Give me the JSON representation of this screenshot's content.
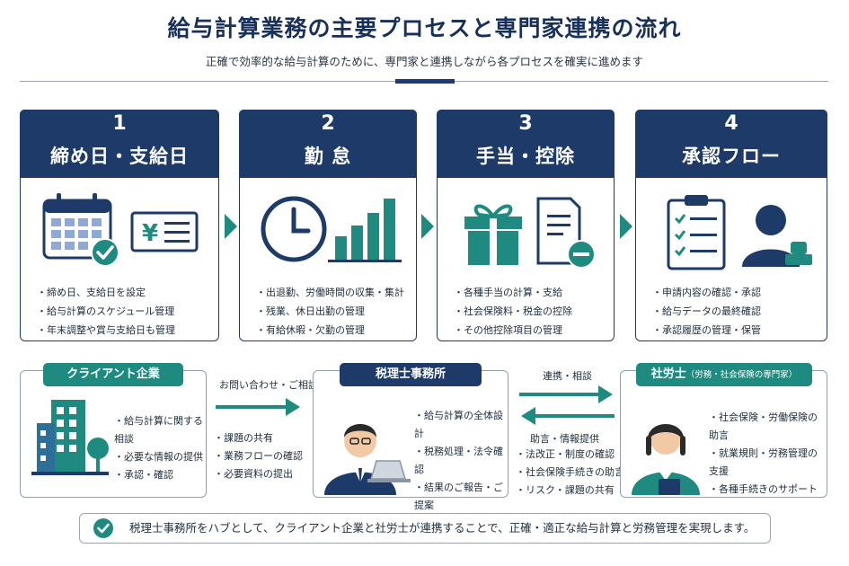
{
  "header": {
    "title": "給与計算業務の主要プロセスと専門家連携の流れ",
    "subtitle": "正確で効率的な給与計算のために、専門家と連携しながら各プロセスを確実に進めます"
  },
  "steps": [
    {
      "num": "1",
      "title": "締め日・支給日",
      "items": [
        "締め日、支給日を設定",
        "給与計算のスケジュール管理",
        "年末調整や賞与支給日も管理"
      ]
    },
    {
      "num": "2",
      "title": "勤 怠",
      "items": [
        "出退勤、労働時間の収集・集計",
        "残業、休日出勤の管理",
        "有給休暇・欠勤の管理"
      ]
    },
    {
      "num": "3",
      "title": "手当・控除",
      "items": [
        "各種手当の計算・支給",
        "社会保険料・税金の控除",
        "その他控除項目の管理"
      ]
    },
    {
      "num": "4",
      "title": "承認フロー",
      "items": [
        "申請内容の確認・承認",
        "給与データの最終確認",
        "承認履歴の管理・保管"
      ]
    }
  ],
  "parties": {
    "client": {
      "label": "クライアント企業",
      "items": [
        "給与計算に関する相談",
        "必要な情報の提供",
        "承認・確認"
      ]
    },
    "office": {
      "label": "税理士事務所",
      "items": [
        "給与計算の全体設計",
        "税務処理・法令確認",
        "結果のご報告・ご提案"
      ]
    },
    "sharoushi": {
      "label": "社労士",
      "label_sub": "（労務・社会保険の専門家）",
      "items": [
        "社会保険・労働保険の助言",
        "就業規則・労務管理の支援",
        "各種手続きのサポート"
      ]
    }
  },
  "connections": {
    "client_office": {
      "label": "お問い合わせ・ご相談",
      "items": [
        "課題の共有",
        "業務フローの確認",
        "必要資料の提出"
      ]
    },
    "office_sharoushi": {
      "label_top": "連携・相談",
      "label_mid": "助言・情報提供",
      "items": [
        "法改正・制度の確認",
        "社会保険手続きの助言",
        "リスク・課題の共有"
      ]
    }
  },
  "footer": {
    "text": "税理士事務所をハブとして、クライアント企業と社労士が連携することで、正確・適正な給与計算と労務管理を実現します。"
  },
  "colors": {
    "navy": "#1d3a68",
    "teal": "#1f8a7f",
    "light_blue": "#8fa8d6"
  }
}
